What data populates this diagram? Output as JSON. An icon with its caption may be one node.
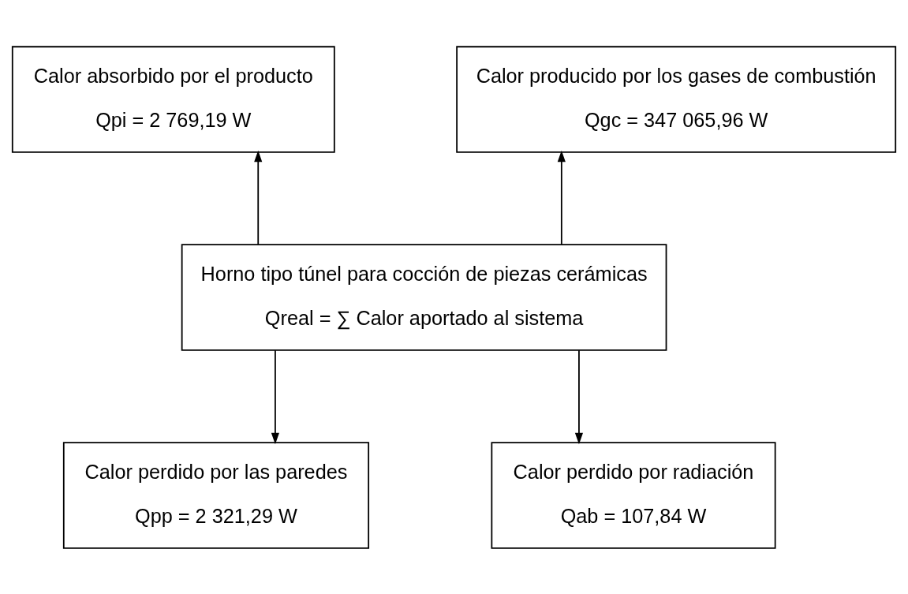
{
  "diagram": {
    "nodes": [
      {
        "text": [
          "Calor absorbido por el producto",
          "Qpi = 2 769,19 W"
        ]
      },
      {
        "text": [
          "Calor producido por los gases de combustión",
          "Qgc = 347 065,96 W"
        ]
      },
      {
        "text": [
          "Horno tipo túnel para cocción de piezas cerámicas",
          "Qreal = ∑ Calor aportado al sistema"
        ]
      },
      {
        "text": [
          "Calor perdido por las paredes",
          "Qpp = 2 321,29 W"
        ]
      },
      {
        "text": [
          "Calor perdido por radiación",
          "Qab = 107,84 W"
        ]
      }
    ],
    "edges": [
      {
        "from": 2,
        "to": 0,
        "arrow": "to"
      },
      {
        "from": 2,
        "to": 1,
        "arrow": "to"
      },
      {
        "from": 2,
        "to": 3,
        "arrow": "to"
      },
      {
        "from": 2,
        "to": 4,
        "arrow": "to"
      }
    ]
  }
}
